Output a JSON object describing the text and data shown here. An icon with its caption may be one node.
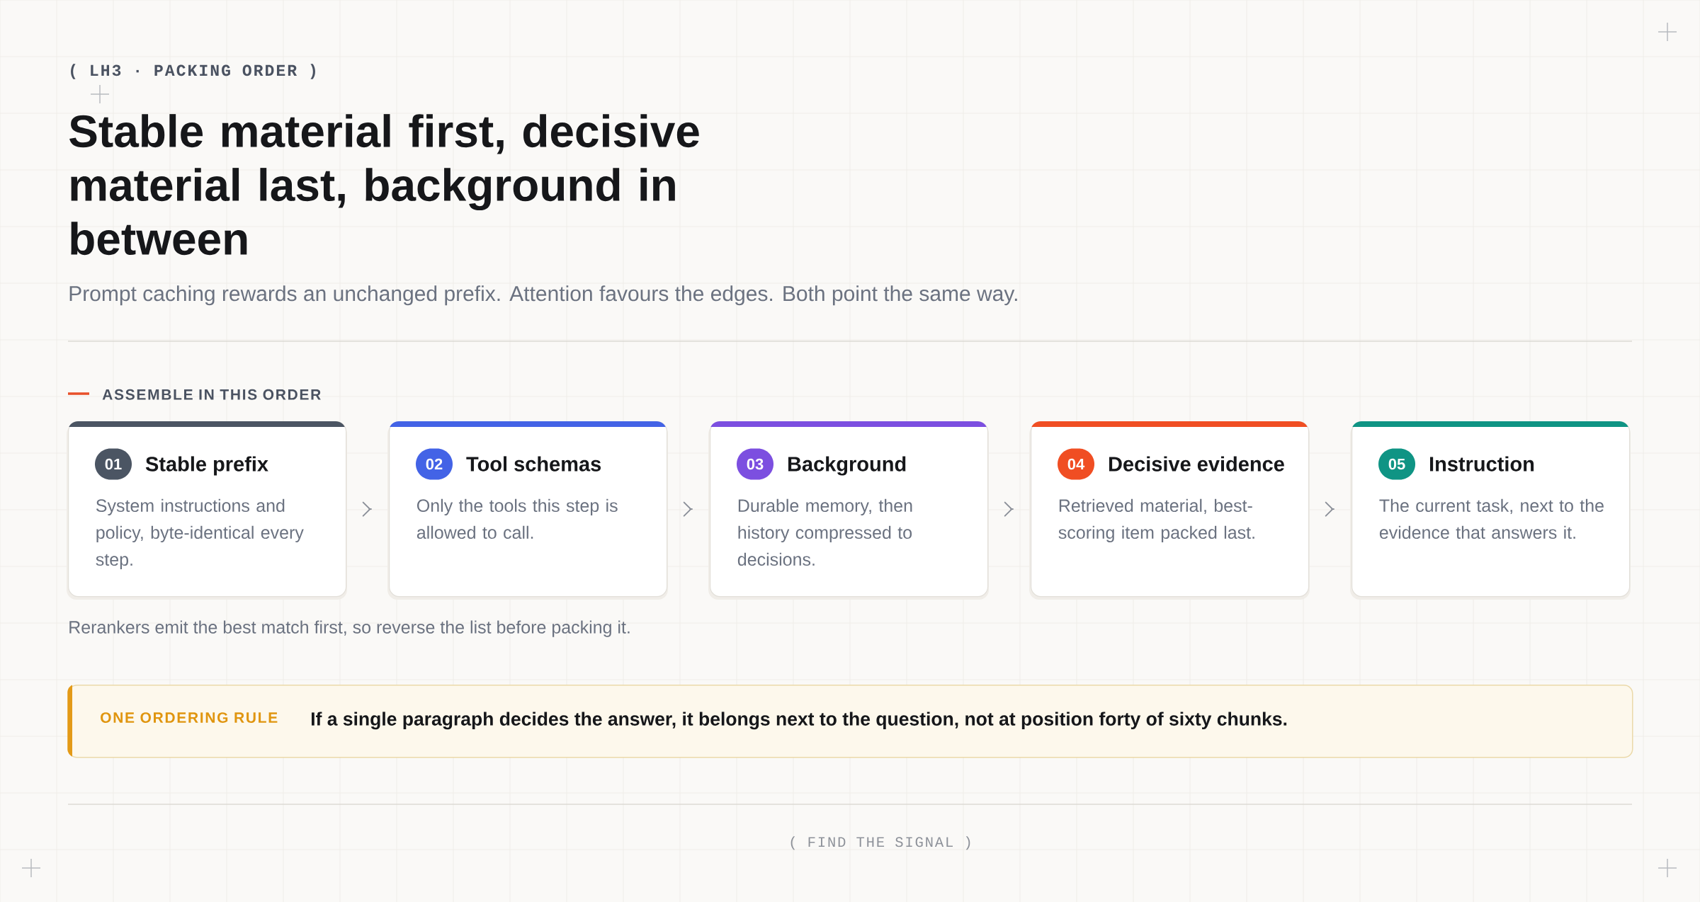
{
  "diagram": {
    "title": "Stable material first, decisive material last, background in between",
    "nodes": [
      {
        "text": [
          "Stable prefix",
          "System instructions and policy, byte-identical every step."
        ]
      },
      {
        "text": [
          "01"
        ],
        "in": 0
      },
      {
        "text": [
          "Tool schemas",
          "Only the tools this step is allowed to call."
        ]
      },
      {
        "text": [
          "02"
        ],
        "in": 2
      },
      {
        "text": [
          "Background",
          "Durable memory, then history compressed to decisions."
        ]
      },
      {
        "text": [
          "03"
        ],
        "in": 4
      },
      {
        "text": [
          "Decisive evidence",
          "Retrieved material, best-scoring item packed last."
        ]
      },
      {
        "text": [
          "04"
        ],
        "in": 6
      },
      {
        "text": [
          "Instruction",
          "The current task, next to the evidence that answers it."
        ]
      },
      {
        "text": [
          "05"
        ],
        "in": 8
      },
      {
        "text": [
          "ONE ORDERING RULE",
          "If a single paragraph decides the answer, it belongs next to the question, not at position forty of sixty chunks."
        ]
      }
    ],
    "edges": [
      {
        "from": 0,
        "to": 2,
        "arrow": "to"
      },
      {
        "from": 2,
        "to": 4,
        "arrow": "to"
      },
      {
        "from": 4,
        "to": 6,
        "arrow": "to"
      },
      {
        "from": 6,
        "to": 8,
        "arrow": "to"
      }
    ],
    "labels": [
      "( LH3 · PACKING ORDER )",
      "Prompt caching rewards an unchanged prefix. Attention favours the edges. Both point the same way.",
      "ASSEMBLE IN THIS ORDER",
      "Rerankers emit the best match first, so reverse the list before packing it.",
      "( FIND THE SIGNAL )"
    ]
  }
}
